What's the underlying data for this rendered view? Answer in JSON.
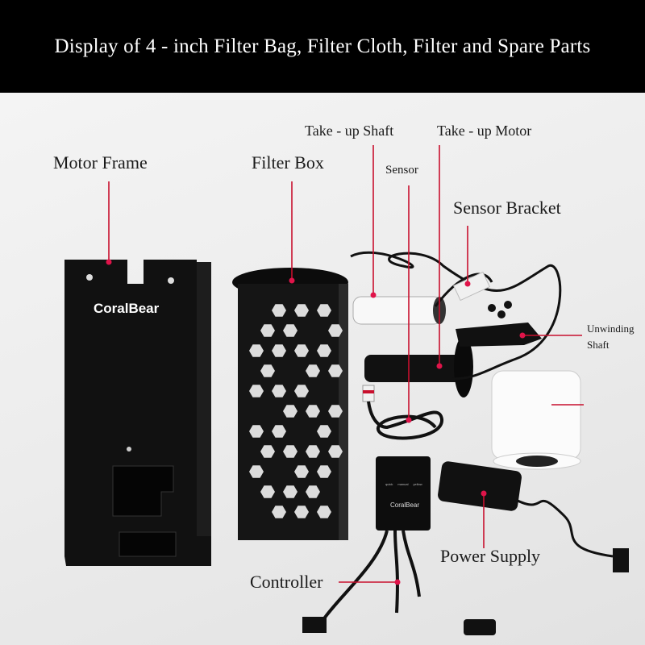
{
  "header": {
    "title": "Display of 4 - inch Filter Bag, Filter Cloth, Filter and Spare Parts"
  },
  "labels": {
    "motor_frame": "Motor Frame",
    "filter_box": "Filter Box",
    "take_up_shaft": "Take - up Shaft",
    "take_up_motor": "Take - up Motor",
    "sensor": "Sensor",
    "sensor_bracket": "Sensor Bracket",
    "unwinding_shaft_line1": "Unwinding",
    "unwinding_shaft_line2": "Shaft",
    "power_supply": "Power Supply",
    "controller": "Controller"
  },
  "product": {
    "brand": "CoralBear",
    "controller_buttons": [
      "quick",
      "manual",
      "yellow"
    ]
  },
  "colors": {
    "leader": "#c8102e",
    "header_bg": "#000000"
  }
}
